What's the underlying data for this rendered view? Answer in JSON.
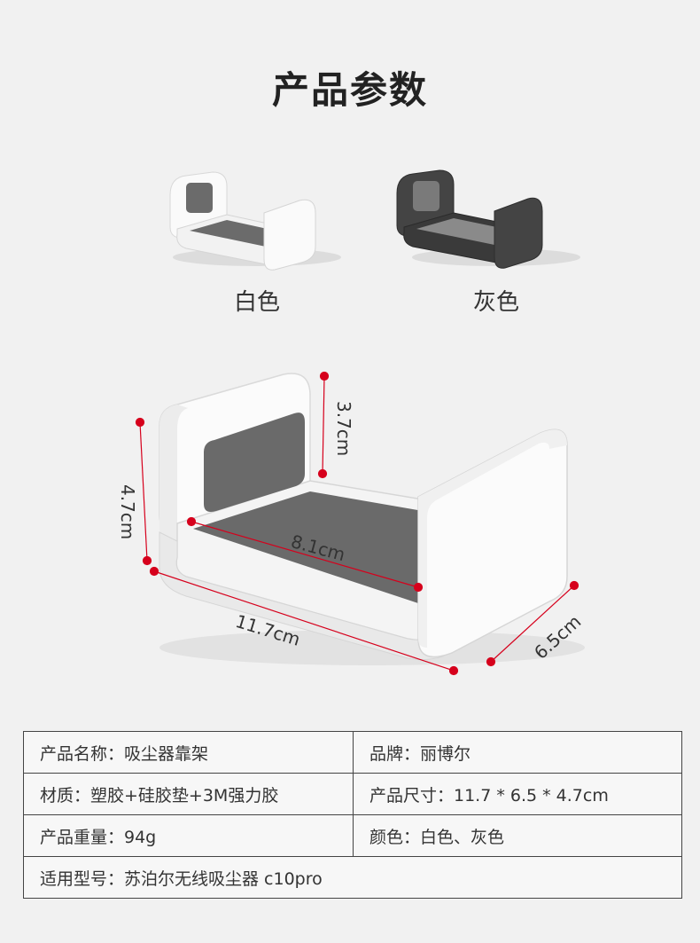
{
  "page": {
    "title": "产品参数"
  },
  "variants": [
    {
      "name": "白色",
      "body_color": "#f5f5f5",
      "pad_color": "#6b6b6b"
    },
    {
      "name": "灰色",
      "body_color": "#3d3d3d",
      "pad_color": "#7a7a7a"
    }
  ],
  "dimensions": {
    "height_outer": "4.7cm",
    "height_inner": "3.7cm",
    "inner_length": "8.1cm",
    "length": "11.7cm",
    "width": "6.5cm",
    "marker_color": "#d6001c"
  },
  "specs": {
    "row1": {
      "left": "产品名称：吸尘器靠架",
      "right": "品牌：丽博尔"
    },
    "row2": {
      "left": "材质：塑胶+硅胶垫+3M强力胶",
      "right": "产品尺寸：11.7 * 6.5 * 4.7cm"
    },
    "row3": {
      "left": "产品重量：94g",
      "right": "颜色：白色、灰色"
    },
    "row4": {
      "full": "适用型号：苏泊尔无线吸尘器 c10pro"
    }
  }
}
